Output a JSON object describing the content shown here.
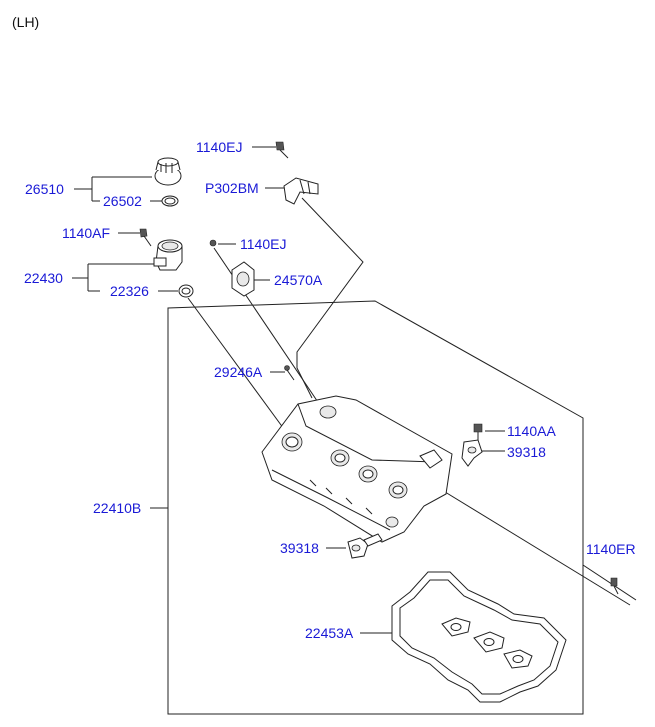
{
  "view_label": "(LH)",
  "parts": {
    "p26510": "26510",
    "p26502": "26502",
    "p1140AF": "1140AF",
    "p22430": "22430",
    "p22326": "22326",
    "p1140EJ_top": "1140EJ",
    "pP302BM": "P302BM",
    "p1140EJ_mid": "1140EJ",
    "p24570A": "24570A",
    "p29246A": "29246A",
    "p1140AA": "1140AA",
    "p39318_right": "39318",
    "p22410B": "22410B",
    "p39318_left": "39318",
    "p1140ER": "1140ER",
    "p22453A": "22453A"
  },
  "colors": {
    "label": "#1a1ad6",
    "line": "#222222"
  }
}
